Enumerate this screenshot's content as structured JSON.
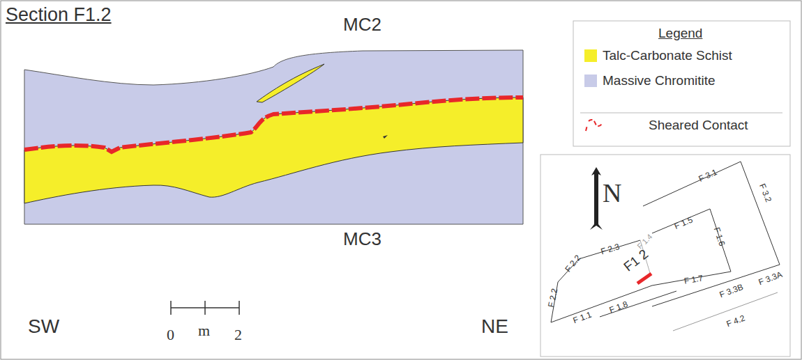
{
  "diagram": {
    "title": "Section F1.2",
    "labels": [
      "MC2",
      "MC3",
      "SW",
      "NE",
      "0",
      "m",
      "2",
      "Legend",
      "N",
      "F 3.1",
      "F 3.2",
      "F 1.5",
      "F 1.6",
      "F 2.3",
      "F 1.4",
      "F1 2",
      "F 2.2",
      "F 2.2",
      "F 1.7",
      "F 1.1",
      "F 1.8",
      "F 3.3B",
      "F 3.3A",
      "F 4.2"
    ],
    "legend": [
      {
        "text": "Talc-Carbonate Schist",
        "color": "#f5ee2a"
      },
      {
        "text": "Massive Chromitite",
        "color": "#c8cbe8"
      },
      {
        "text": "Sheared Contact"
      }
    ]
  }
}
